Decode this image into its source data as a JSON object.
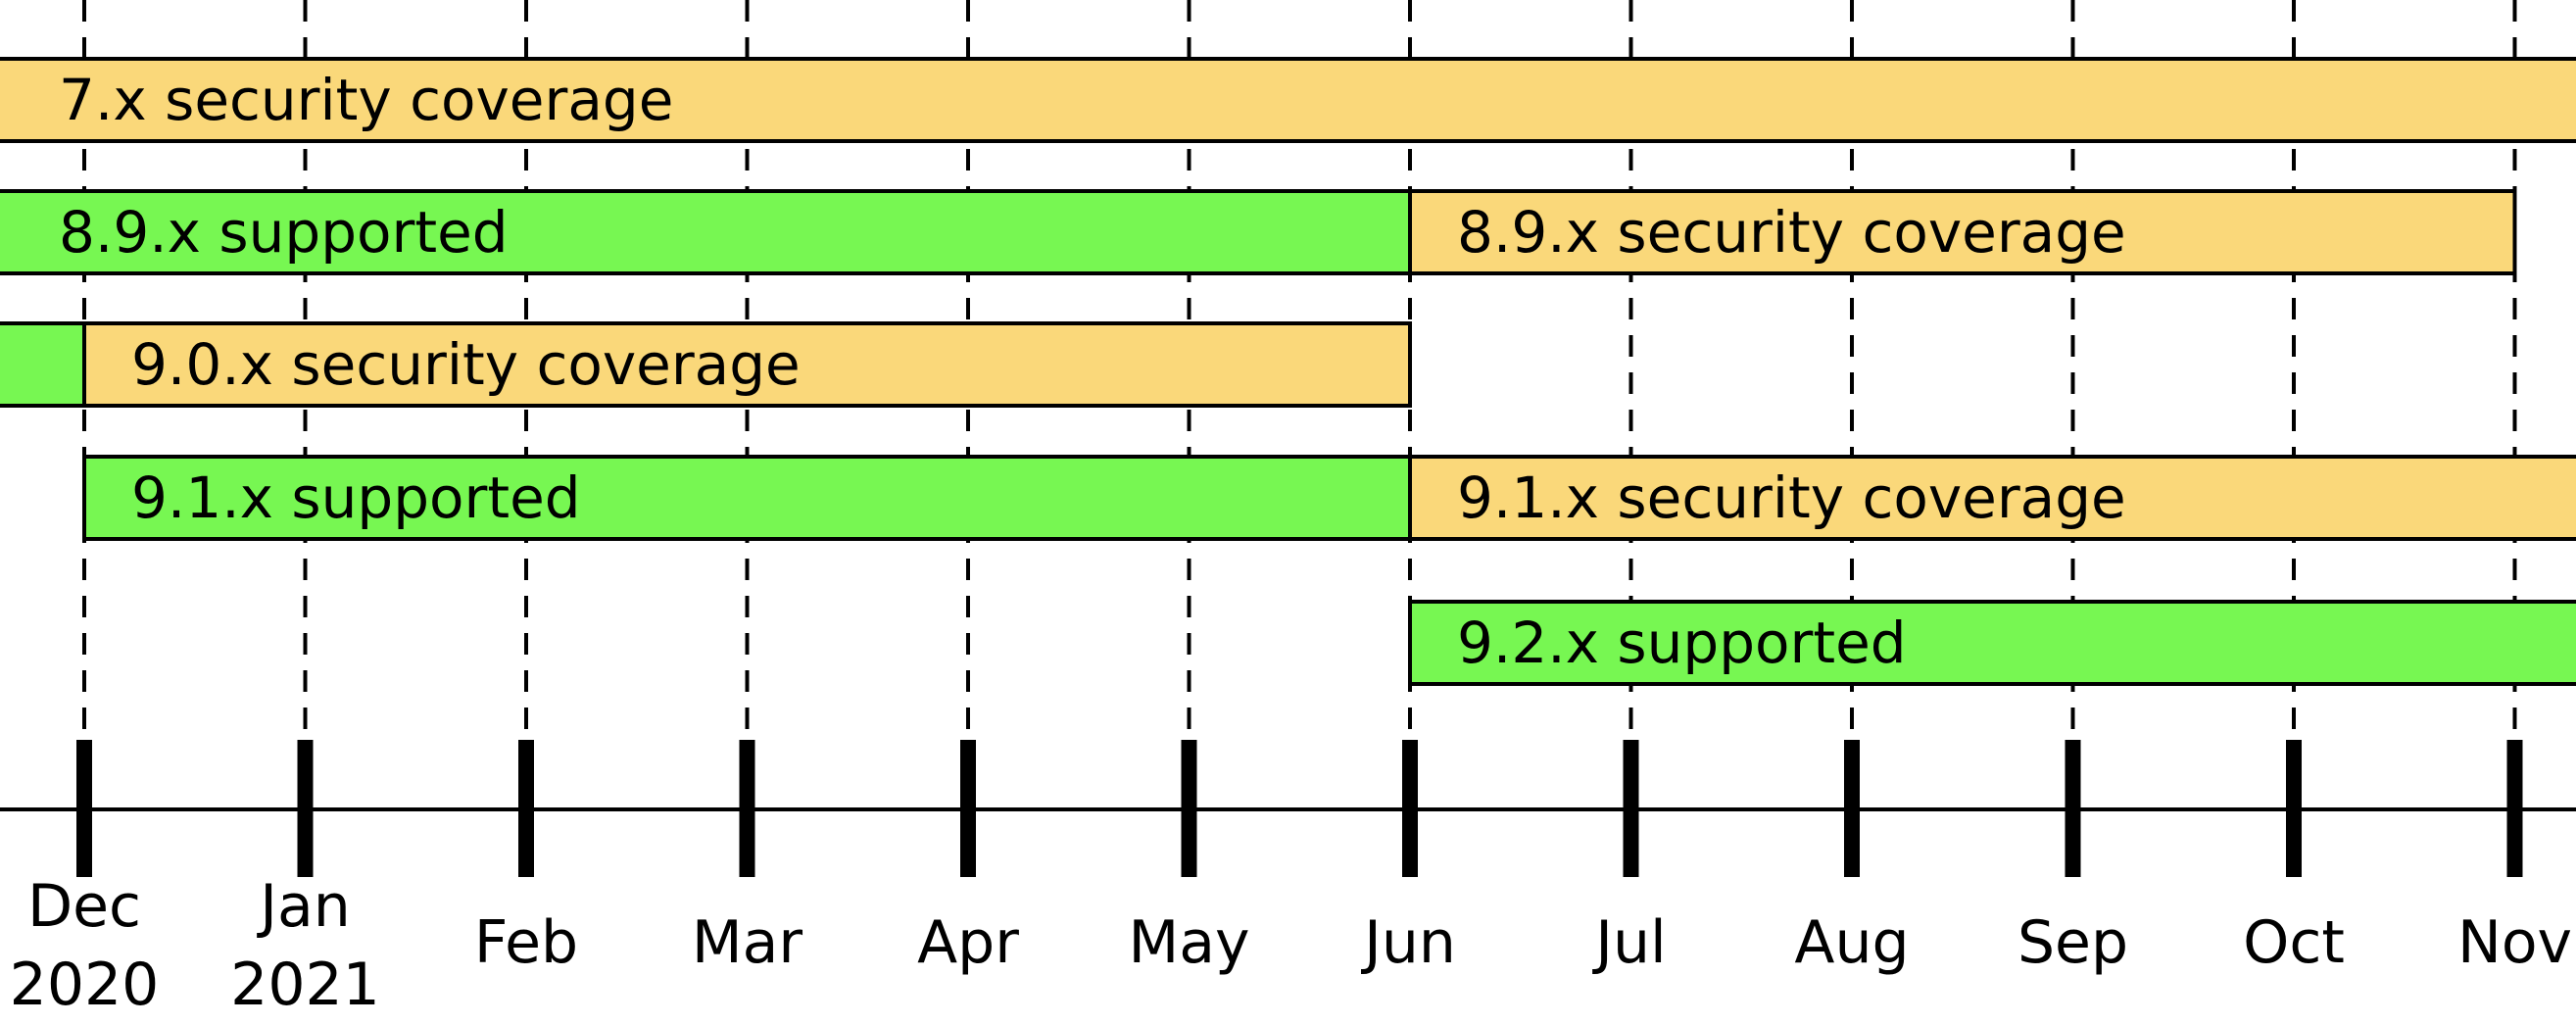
{
  "colors": {
    "supported": "#77f752",
    "security": "#fad87a",
    "line": "#000000"
  },
  "months": [
    {
      "line1": "Dec",
      "line2": "2020"
    },
    {
      "line1": "Jan",
      "line2": "2021"
    },
    {
      "line1": "Feb",
      "line2": ""
    },
    {
      "line1": "Mar",
      "line2": ""
    },
    {
      "line1": "Apr",
      "line2": ""
    },
    {
      "line1": "May",
      "line2": ""
    },
    {
      "line1": "Jun",
      "line2": ""
    },
    {
      "line1": "Jul",
      "line2": ""
    },
    {
      "line1": "Aug",
      "line2": ""
    },
    {
      "line1": "Sep",
      "line2": ""
    },
    {
      "line1": "Oct",
      "line2": ""
    },
    {
      "line1": "Nov",
      "line2": ""
    }
  ],
  "rows": [
    {
      "bars": [
        {
          "label": "7.x security coverage",
          "kind": "security",
          "start": "2020-11",
          "end": "2021-11+"
        }
      ]
    },
    {
      "bars": [
        {
          "label": "8.9.x supported",
          "kind": "supported",
          "start": "2020-11",
          "end": "2021-06"
        },
        {
          "label": "8.9.x security coverage",
          "kind": "security",
          "start": "2021-06",
          "end": "2021-11"
        }
      ]
    },
    {
      "bars": [
        {
          "label": "",
          "kind": "supported",
          "start": "2020-11",
          "end": "2020-12"
        },
        {
          "label": "9.0.x security coverage",
          "kind": "security",
          "start": "2020-12",
          "end": "2021-06"
        }
      ]
    },
    {
      "bars": [
        {
          "label": "9.1.x supported",
          "kind": "supported",
          "start": "2020-12",
          "end": "2021-06"
        },
        {
          "label": "9.1.x security coverage",
          "kind": "security",
          "start": "2021-06",
          "end": "2021-11+"
        }
      ]
    },
    {
      "bars": [
        {
          "label": "9.2.x supported",
          "kind": "supported",
          "start": "2021-06",
          "end": "2021-11+"
        }
      ]
    }
  ]
}
